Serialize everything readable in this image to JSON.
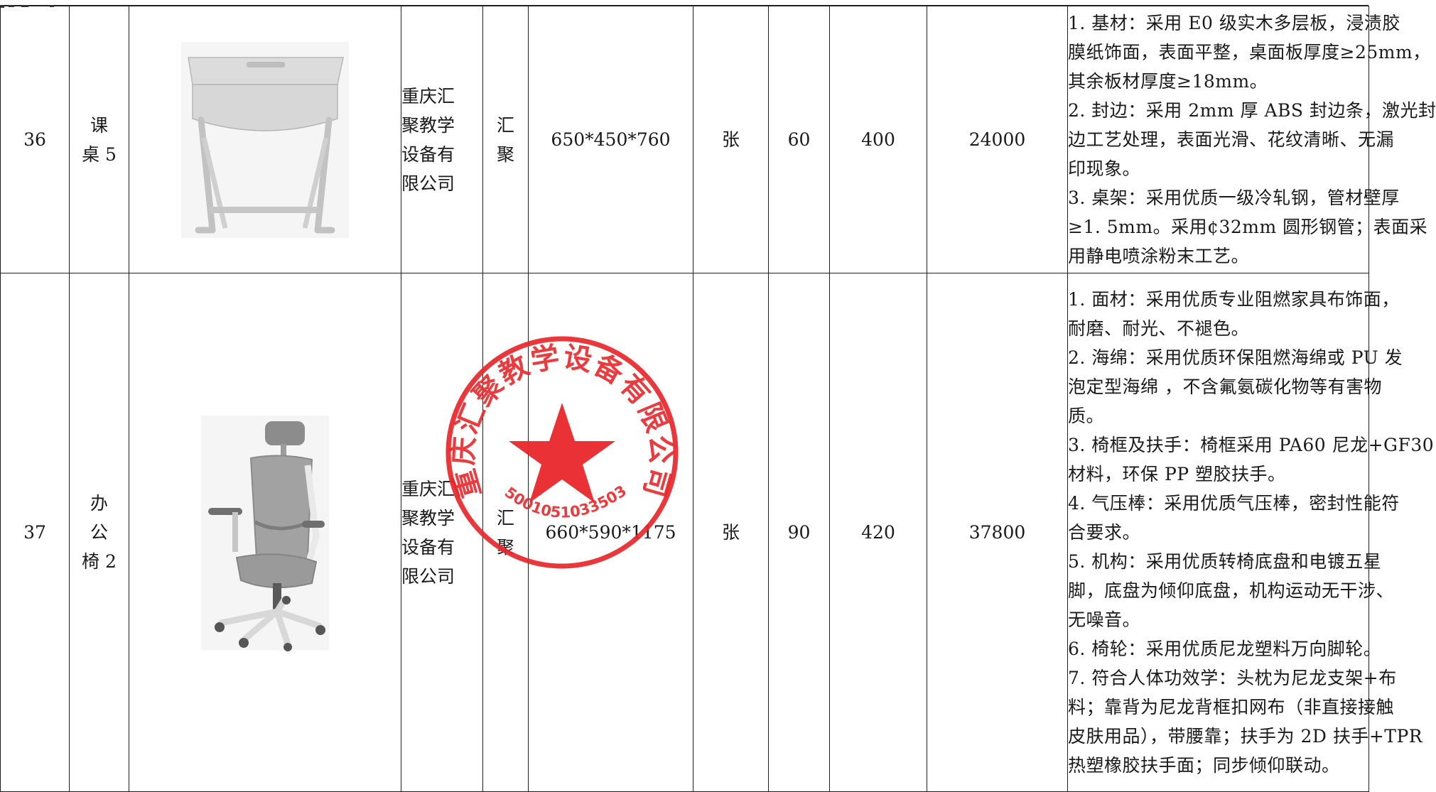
{
  "colors": {
    "seal_red": "#e8262b",
    "border": "#1e1e1e",
    "top_strip": "#2b3a78"
  },
  "rows": [
    {
      "no": "36",
      "name_lines": [
        "课",
        "桌 5"
      ],
      "image_icon": "school-desk-icon",
      "manufacturer_lines": [
        "重庆汇",
        "聚教学",
        "设备有",
        "限公司"
      ],
      "brand_lines": [
        "汇",
        "聚"
      ],
      "size": "650*450*760",
      "unit": "张",
      "qty": "60",
      "price": "400",
      "total": "24000",
      "desc_lines": [
        "1. 基材：采用 E0 级实木多层板，浸渍胶",
        "膜纸饰面，表面平整，桌面板厚度≥25mm，",
        "其余板材厚度≥18mm。",
        "2. 封边：采用 2mm 厚 ABS 封边条，激光封",
        "边工艺处理，表面光滑、花纹清晰、无漏",
        "印现象。",
        "3. 桌架：采用优质一级冷轧钢，管材壁厚",
        "≥1. 5mm。采用¢32mm 圆形钢管；表面采",
        "用静电喷涂粉末工艺。"
      ]
    },
    {
      "no": "37",
      "name_lines": [
        "办",
        "公",
        "椅 2"
      ],
      "image_icon": "office-chair-icon",
      "manufacturer_lines": [
        "重庆汇",
        "聚教学",
        "设备有",
        "限公司"
      ],
      "brand_lines": [
        "汇",
        "聚"
      ],
      "size": "660*590*1175",
      "unit": "张",
      "qty": "90",
      "price": "420",
      "total": "37800",
      "desc_lines": [
        "1. 面材：采用优质专业阻燃家具布饰面，",
        "耐磨、耐光、不褪色。",
        "2. 海绵：采用优质环保阻燃海绵或 PU 发",
        "泡定型海绵 ，不含氟氨碳化物等有害物",
        "质。",
        "3. 椅框及扶手：椅框采用 PA60 尼龙+GF30",
        "材料，环保 PP 塑胶扶手。",
        "4. 气压棒：采用优质气压棒，密封性能符",
        "合要求。",
        "5. 机构：采用优质转椅底盘和电镀五星",
        "脚，底盘为倾仰底盘，机构运动无干涉、",
        "无噪音。",
        "6. 椅轮：采用优质尼龙塑料万向脚轮。",
        "7. 符合人体功效学：头枕为尼龙支架+布",
        "料；靠背为尼龙背框扣网布（非直接接触",
        "皮肤用品），带腰靠；扶手为 2D 扶手+TPR",
        "热塑橡胶扶手面；同步倾仰联动。"
      ]
    }
  ],
  "seal": {
    "icon": "company-seal-stamp",
    "ring_text": "重庆汇聚教学设备有限公司",
    "code": "5001051033503"
  }
}
